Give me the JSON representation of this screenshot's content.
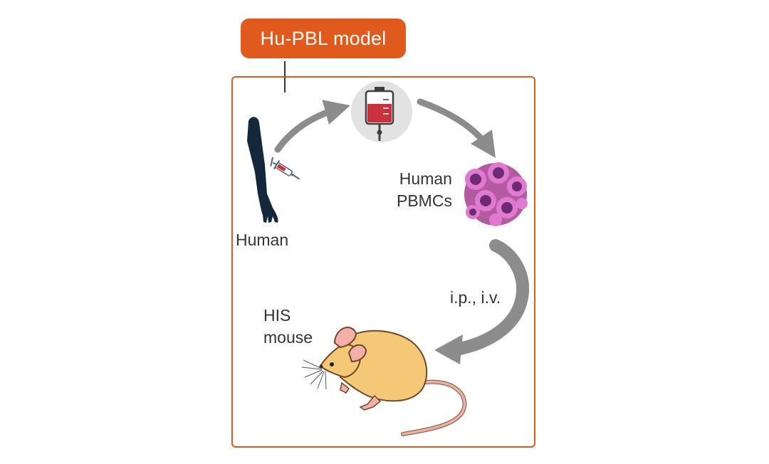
{
  "title": "Hu-PBL model",
  "labels": {
    "human": "Human",
    "pbmcs_line1": "Human",
    "pbmcs_line2": "PBMCs",
    "route": "i.p., i.v.",
    "mouse_line1": "HIS",
    "mouse_line2": "mouse"
  },
  "icons": [
    "arm-icon",
    "syringe-icon",
    "blood-bag-icon",
    "cells-icon",
    "mouse-icon"
  ],
  "colors": {
    "accent": "#e05a1e",
    "arrow": "#8c8c8c",
    "arm": "#14283c",
    "blood": "#c8323c",
    "cells": "#b45aa0",
    "mouse_body": "#f5c878"
  }
}
